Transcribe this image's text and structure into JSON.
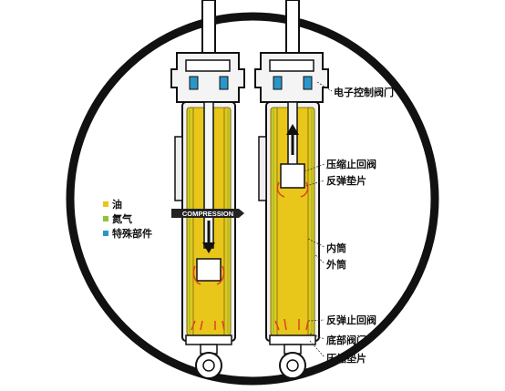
{
  "legend": [
    {
      "label": "油",
      "color": "#e8c61a"
    },
    {
      "label": "氮气",
      "color": "#8fc43a"
    },
    {
      "label": "特殊部件",
      "color": "#2a95c8"
    }
  ],
  "left_shock": {
    "banner": "COMPRESSION"
  },
  "callouts": {
    "electronic_valve": "电子控制阀门",
    "compression_check_valve": "压缩止回阀",
    "rebound_shim": "反弹垫片",
    "inner_tube": "内筒",
    "outer_tube": "外筒",
    "rebound_check_valve": "反弹止回阀",
    "base_valve": "底部阀门",
    "compression_shim": "压缩垫片"
  },
  "colors": {
    "oil": "#e8c61a",
    "gas": "#8fc43a",
    "special": "#2a95c8",
    "flow_arrow": "#e04020"
  }
}
